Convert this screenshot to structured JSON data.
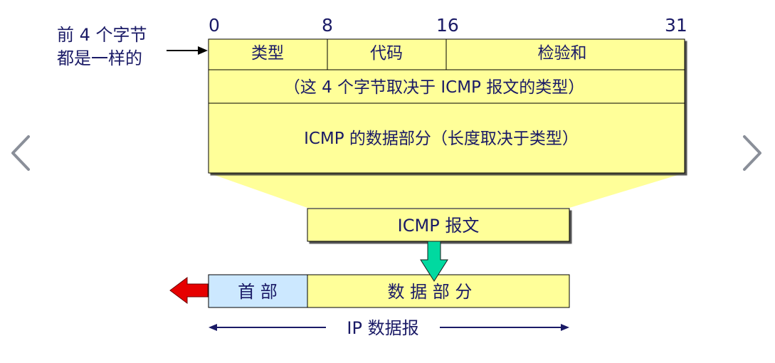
{
  "header": {
    "bit_labels": [
      "0",
      "8",
      "16",
      "31"
    ],
    "note_line1": "前 4 个字节",
    "note_line2": "都是一样的"
  },
  "icmp_header": {
    "type_label": "类型",
    "code_label": "代码",
    "checksum_label": "检验和",
    "row2_label": "（这 4 个字节取决于 ICMP 报文的类型）",
    "data_label": "ICMP 的数据部分（长度取决于类型）"
  },
  "icmp_message": {
    "label": "ICMP 报文"
  },
  "ip_datagram": {
    "header_label": "首 部",
    "data_label": "数 据 部 分",
    "span_label": "IP 数据报"
  },
  "colors": {
    "box_fill": "#ffff99",
    "funnel_fill": "#ffff99",
    "ip_header_fill": "#cce8ff",
    "down_arrow": "#00d9a0",
    "left_arrow": "#e60000",
    "text": "#1a1a66",
    "bit_text": "#1a1a66",
    "chevron": "#8a8f99"
  },
  "icons": {
    "prev": "chevron-left-icon",
    "next": "chevron-right-icon"
  }
}
